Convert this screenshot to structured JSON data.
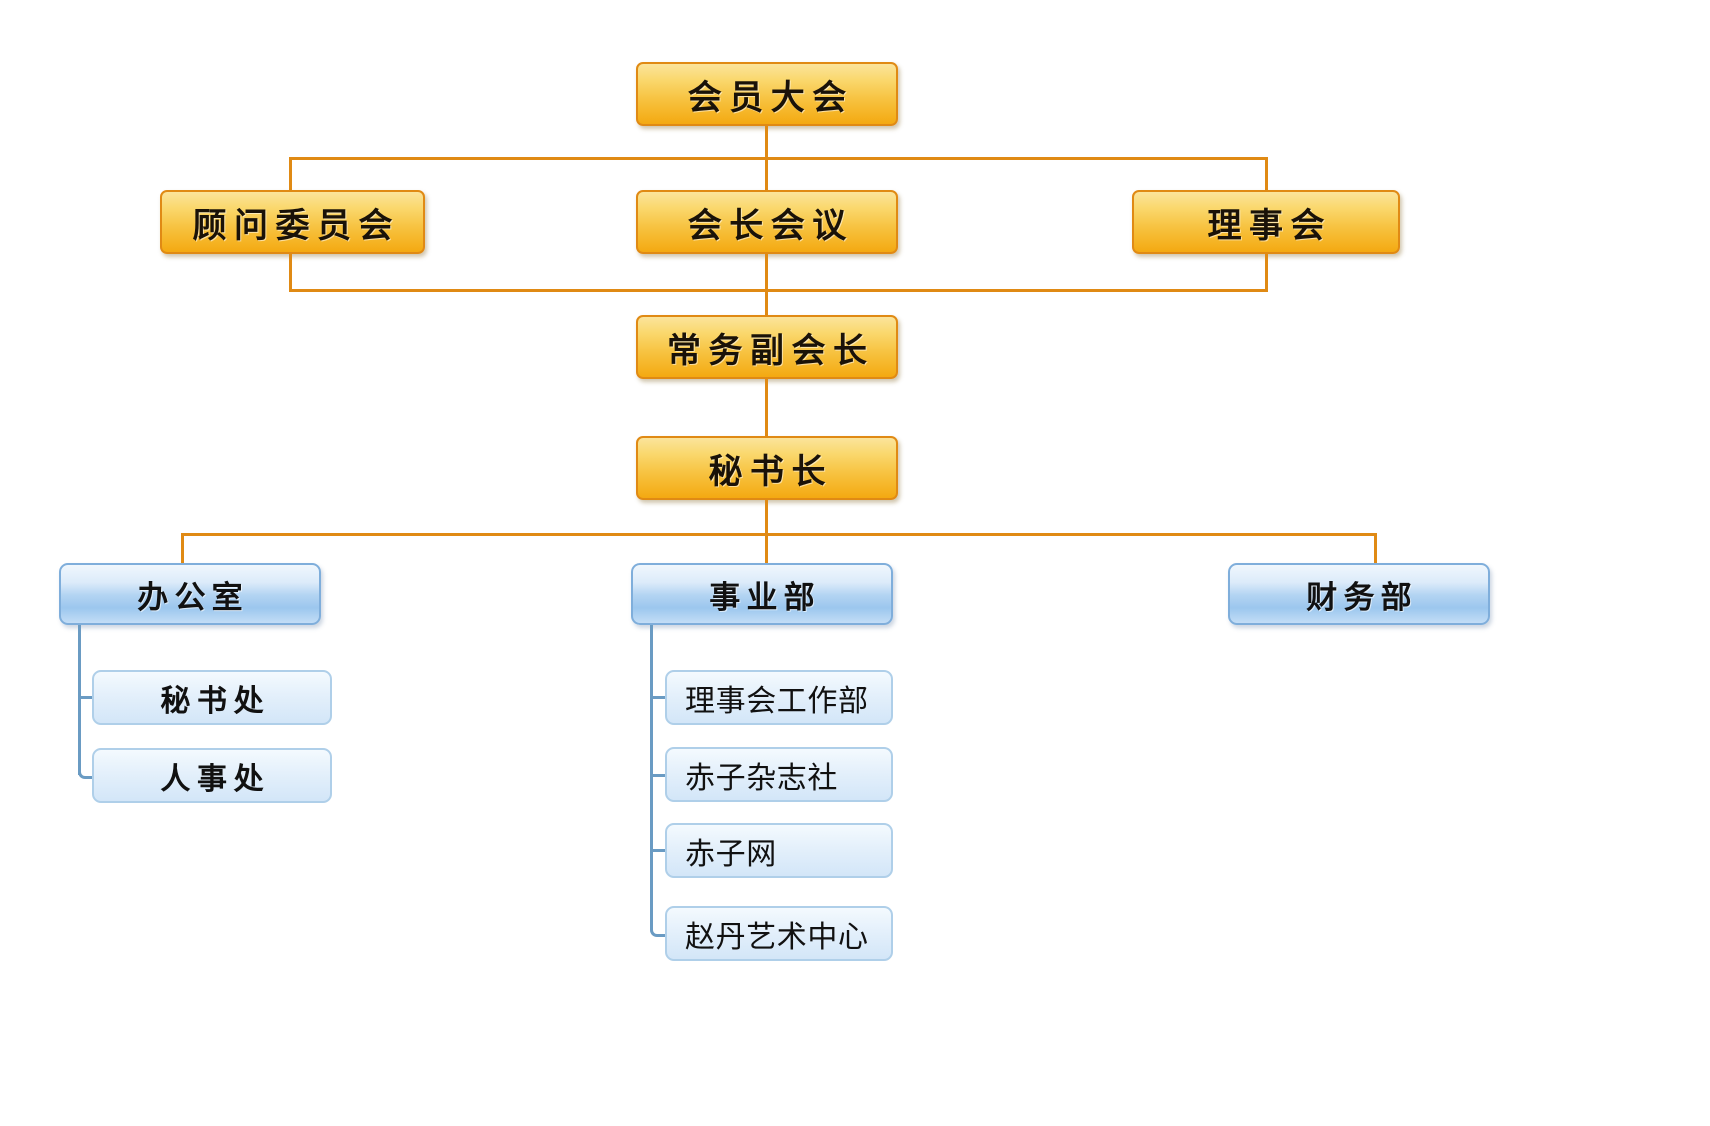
{
  "chart": {
    "type": "org-chart",
    "title": "",
    "colors": {
      "orange_border": "#E08A14",
      "orange_fill_top": "#FBE49B",
      "orange_fill_bottom": "#F4A911",
      "blue_border": "#7FAEDB",
      "blue_fill_top": "#F0F7FD",
      "blue_fill_bottom": "#9CC7EE",
      "leaf_border": "#AFCFE9",
      "connector_orange": "#E08A14",
      "connector_blue": "#6A9BC3"
    },
    "levels": {
      "level1": {
        "label": "会员大会"
      },
      "level2": [
        {
          "label": "顾问委员会"
        },
        {
          "label": "会长会议"
        },
        {
          "label": "理事会"
        }
      ],
      "level3": {
        "label": "常务副会长"
      },
      "level4": {
        "label": "秘书长"
      },
      "departments": [
        {
          "label": "办公室",
          "children": [
            {
              "label": "秘书处"
            },
            {
              "label": "人事处"
            }
          ]
        },
        {
          "label": "事业部",
          "children": [
            {
              "label": "理事会工作部"
            },
            {
              "label": "赤子杂志社"
            },
            {
              "label": "赤子网"
            },
            {
              "label": "赵丹艺术中心"
            }
          ]
        },
        {
          "label": "财务部",
          "children": []
        }
      ]
    }
  }
}
